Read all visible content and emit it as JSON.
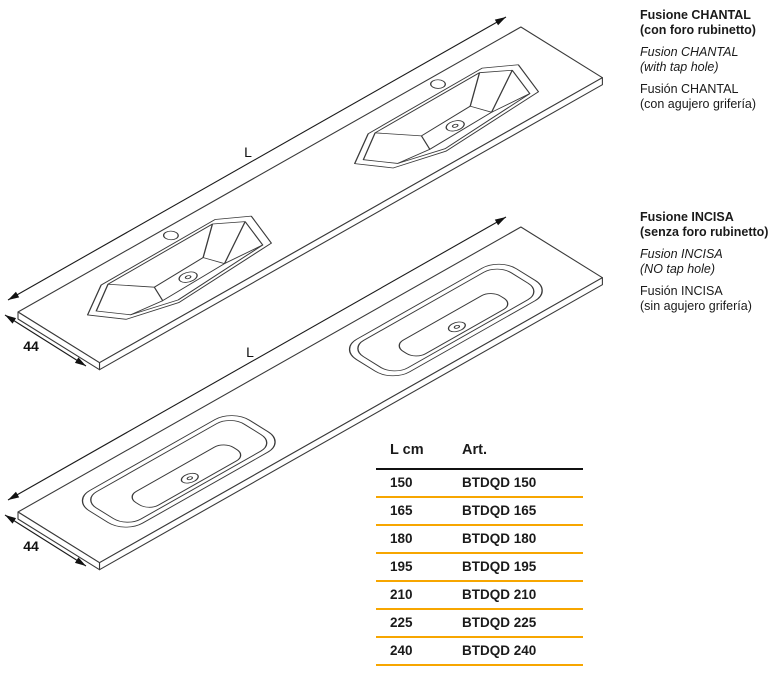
{
  "colors": {
    "accent": "#F7A600",
    "line": "#3A3A3A"
  },
  "drawings": {
    "chantal": {
      "length_label": "L",
      "depth_label": "44"
    },
    "incisa": {
      "length_label": "L",
      "depth_label": "44"
    }
  },
  "products": {
    "chantal": {
      "name_it": "Fusione CHANTAL",
      "sub_it": "(con foro rubinetto)",
      "name_en": "Fusion CHANTAL",
      "sub_en": "(with tap hole)",
      "name_es": "Fusión CHANTAL",
      "sub_es": "(con agujero grifería)"
    },
    "incisa": {
      "name_it": "Fusione INCISA",
      "sub_it": "(senza foro rubinetto)",
      "name_en": "Fusion INCISA",
      "sub_en": "(NO tap hole)",
      "name_es": "Fusión INCISA",
      "sub_es": "(sin agujero grifería)"
    }
  },
  "table": {
    "headers": [
      "L cm",
      "Art."
    ],
    "rows": [
      [
        "150",
        "BTDQD 150"
      ],
      [
        "165",
        "BTDQD 165"
      ],
      [
        "180",
        "BTDQD 180"
      ],
      [
        "195",
        "BTDQD 195"
      ],
      [
        "210",
        "BTDQD 210"
      ],
      [
        "225",
        "BTDQD 225"
      ],
      [
        "240",
        "BTDQD 240"
      ]
    ]
  }
}
